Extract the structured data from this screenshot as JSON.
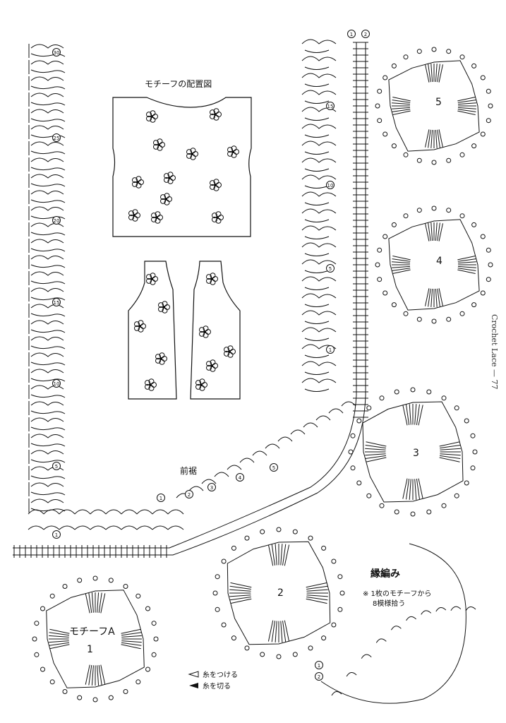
{
  "title_layout": "モチーフの配置図",
  "label_front_hem": "前裾",
  "label_motif_a": "モチーフA",
  "label_edging": "縁編み",
  "note_edging": "※ 1枚のモチーフから",
  "note_edging_2": "8模様拾う",
  "legend": {
    "attach": "糸をつける",
    "cut": "糸を切る"
  },
  "motif_numbers": [
    "1",
    "2",
    "3",
    "4",
    "5"
  ],
  "row_markers_left": [
    "30",
    "25",
    "20",
    "15",
    "10",
    "5",
    "1"
  ],
  "row_markers_right": [
    "15",
    "10",
    "5",
    "1"
  ],
  "column_markers": [
    "1",
    "2"
  ],
  "bottom_markers": [
    "1",
    "2",
    "3",
    "4",
    "5"
  ],
  "page_footer": "Crochet Lace — 77",
  "colors": {
    "ink": "#111111",
    "paper": "#ffffff"
  }
}
